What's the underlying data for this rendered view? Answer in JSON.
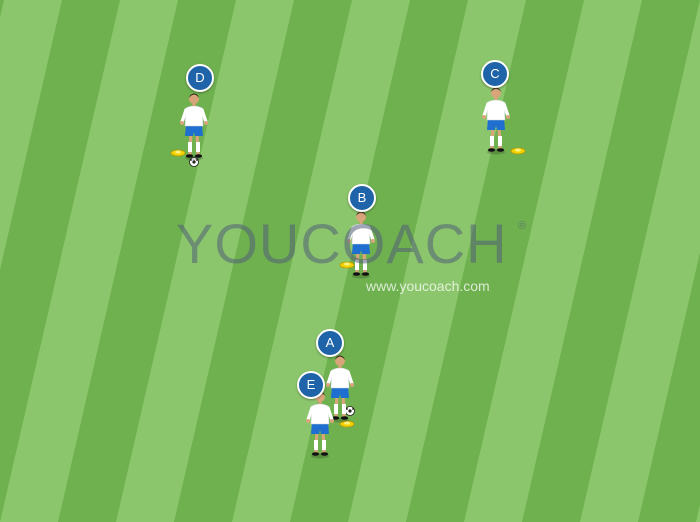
{
  "pitch": {
    "grass_light": "#8cc66c",
    "grass_dark": "#6fb04f"
  },
  "players": [
    {
      "label": "D",
      "icon": "player-figure"
    },
    {
      "label": "C",
      "icon": "player-figure"
    },
    {
      "label": "B",
      "icon": "player-figure"
    },
    {
      "label": "A",
      "icon": "player-figure"
    },
    {
      "label": "E",
      "icon": "player-figure"
    }
  ],
  "equipment": {
    "cone_color": "#f2d200",
    "ball_icon": "soccer-ball"
  },
  "badge_color": "#1f63a8",
  "watermark": {
    "brand": "YOUCOACH",
    "url": "www.youcoach.com",
    "registered_mark": "®"
  }
}
